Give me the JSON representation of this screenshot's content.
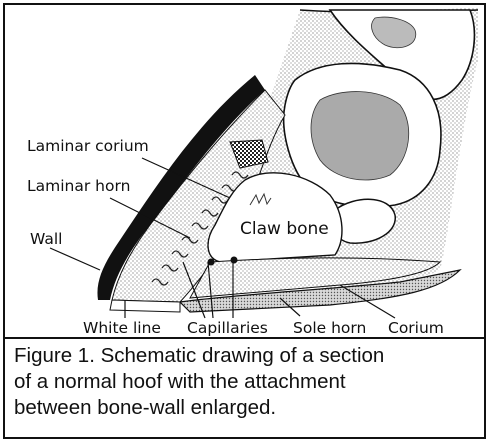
{
  "labels": {
    "laminar_corium": "Laminar corium",
    "laminar_horn": "Laminar horn",
    "wall": "Wall",
    "claw_bone": "Claw bone",
    "white_line": "White line",
    "capillaries": "Capillaries",
    "sole_horn": "Sole horn",
    "corium": "Corium"
  },
  "caption": {
    "line1": "Figure 1. Schematic drawing of a section",
    "line2": "of a normal hoof with the attachment",
    "line3": "between bone-wall enlarged."
  }
}
